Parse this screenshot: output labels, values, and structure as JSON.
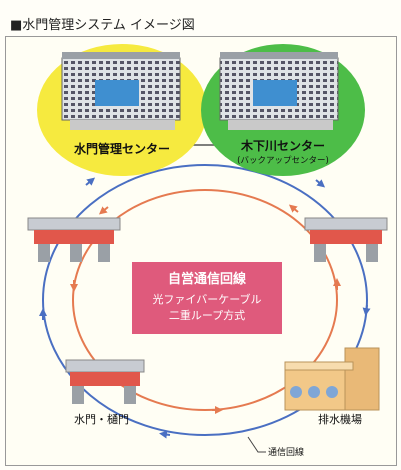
{
  "title": "■水門管理システム イメージ図",
  "centers": {
    "left_label": "水門管理センター",
    "right_label": "木下川センター",
    "right_sub": "(バックアップセンター)"
  },
  "network_box": {
    "line1": "自営通信回線",
    "line2": "光ファイバーケーブル",
    "line3": "二重ループ方式"
  },
  "facilities": {
    "gate_label": "水門・樋門",
    "pump_label": "排水機場"
  },
  "legend": {
    "comm_line": "通信回線"
  },
  "colors": {
    "left_center": "#f6ea3f",
    "right_center": "#4dbd48",
    "network_box": "#df5a7c",
    "loop_blue": "#4a6fc2",
    "loop_orange": "#e57a50"
  }
}
